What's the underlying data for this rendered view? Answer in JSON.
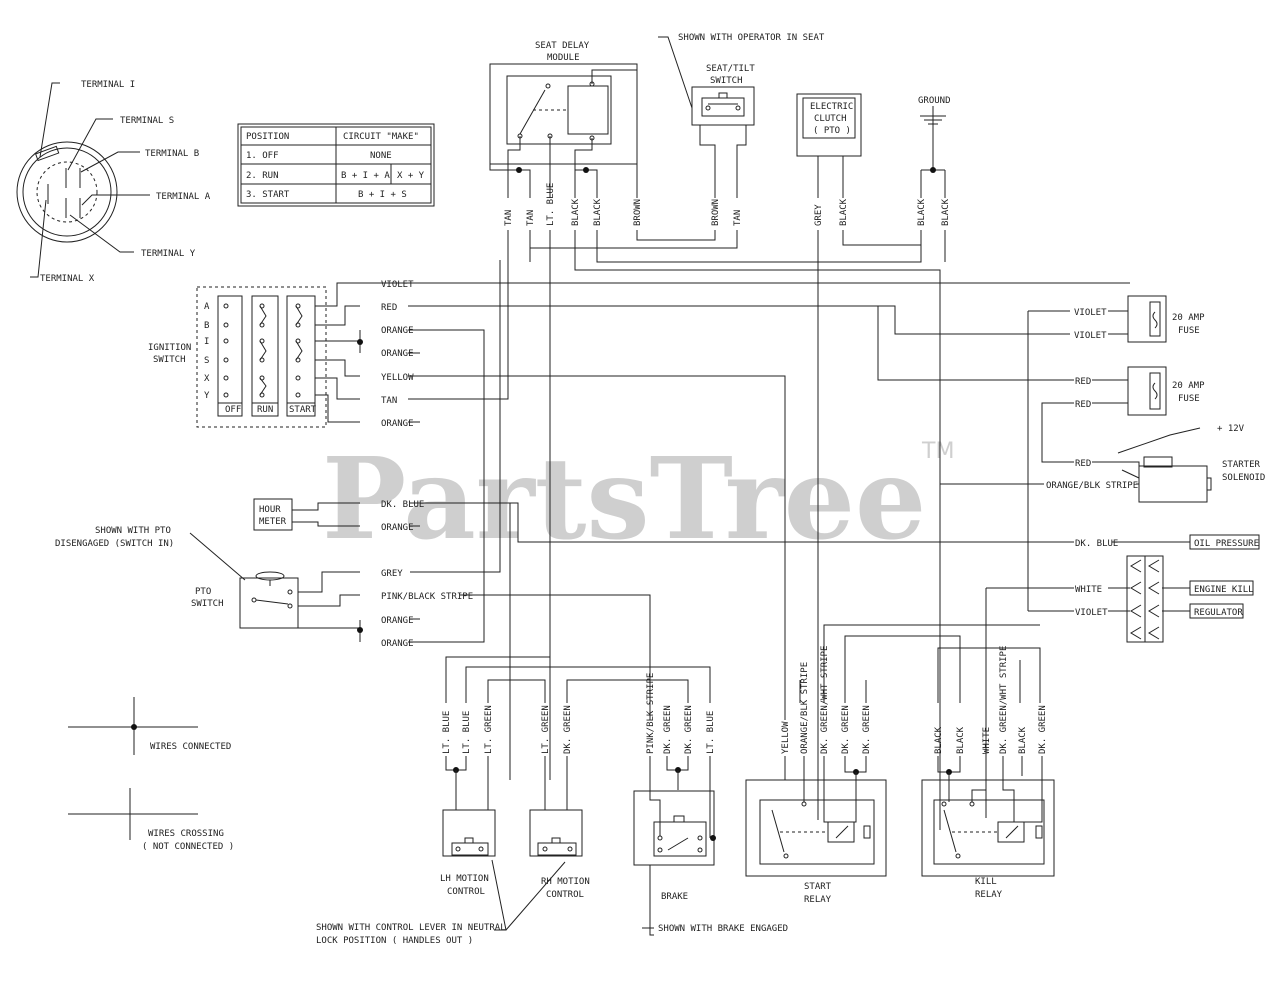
{
  "watermark": {
    "text": "PartsTree",
    "tm": "TM"
  },
  "ignition": {
    "terminals": [
      "TERMINAL I",
      "TERMINAL S",
      "TERMINAL B",
      "TERMINAL A",
      "TERMINAL Y",
      "TERMINAL X"
    ],
    "switch_label": [
      "IGNITION",
      "SWITCH"
    ],
    "rows": [
      "A",
      "B",
      "I",
      "S",
      "X",
      "Y"
    ],
    "cols": [
      "OFF",
      "RUN",
      "START"
    ],
    "table": {
      "headers": [
        "POSITION",
        "CIRCUIT \"MAKE\""
      ],
      "rows": [
        {
          "pos": "1. OFF",
          "circuit": [
            "NONE"
          ]
        },
        {
          "pos": "2. RUN",
          "circuit": [
            "B + I + A",
            "X + Y"
          ]
        },
        {
          "pos": "3. START",
          "circuit": [
            "B + I + S"
          ]
        }
      ]
    },
    "wires": [
      "VIOLET",
      "RED",
      "ORANGE",
      "ORANGE",
      "YELLOW",
      "TAN",
      "ORANGE"
    ]
  },
  "top": {
    "seat_delay": [
      "SEAT DELAY",
      "MODULE"
    ],
    "operator_note": "SHOWN WITH OPERATOR IN SEAT",
    "seat_switch": [
      "SEAT/TILT",
      "SWITCH"
    ],
    "clutch": [
      "ELECTRIC",
      "CLUTCH",
      "( PTO )"
    ],
    "ground": "GROUND",
    "wires": [
      "TAN",
      "TAN",
      "LT. BLUE",
      "BLACK",
      "BLACK",
      "BROWN",
      "BROWN",
      "TAN",
      "GREY",
      "BLACK",
      "BLACK",
      "BLACK"
    ]
  },
  "hour_meter": {
    "label": [
      "HOUR",
      "METER"
    ],
    "wires": [
      "DK. BLUE",
      "ORANGE"
    ]
  },
  "pto": {
    "note": [
      "SHOWN WITH PTO",
      "DISENGAGED (SWITCH IN)"
    ],
    "label": [
      "PTO",
      "SWITCH"
    ],
    "wires": [
      "GREY",
      "PINK/BLACK STRIPE",
      "ORANGE",
      "ORANGE"
    ]
  },
  "right": {
    "fuse1": {
      "label": [
        "20 AMP",
        "FUSE"
      ],
      "wires": [
        "VIOLET",
        "VIOLET"
      ]
    },
    "fuse2": {
      "label": [
        "20 AMP",
        "FUSE"
      ],
      "wires": [
        "RED",
        "RED"
      ]
    },
    "solenoid": {
      "label": [
        "STARTER",
        "SOLENOID"
      ],
      "plus": "+ 12V",
      "wires": [
        "RED",
        "ORANGE/BLK STRIPE"
      ]
    },
    "oil": {
      "wire": "DK. BLUE",
      "tag": "OIL PRESSURE"
    },
    "connector": {
      "wires": [
        "WHITE",
        "VIOLET"
      ],
      "tags": [
        "ENGINE KILL",
        "REGULATOR"
      ]
    }
  },
  "legend": {
    "connected": "WIRES CONNECTED",
    "crossing": [
      "WIRES CROSSING",
      "( NOT CONNECTED )"
    ]
  },
  "bottom": {
    "lh": {
      "label": [
        "LH MOTION",
        "CONTROL"
      ],
      "wires": [
        "LT. BLUE",
        "LT. BLUE",
        "LT. GREEN"
      ]
    },
    "rh": {
      "label": [
        "RH MOTION",
        "CONTROL"
      ],
      "wires": [
        "LT. GREEN",
        "DK. GREEN"
      ]
    },
    "brake": {
      "label": "BRAKE",
      "wires": [
        "PINK/BLK STRIPE",
        "DK. GREEN",
        "DK. GREEN",
        "LT. BLUE"
      ]
    },
    "start_relay": {
      "label": [
        "START",
        "RELAY"
      ],
      "wires": [
        "YELLOW",
        "ORANGE/BLK STRIPE",
        "DK. GREEN/WHT STRIPE",
        "DK. GREEN",
        "DK. GREEN"
      ]
    },
    "kill_relay": {
      "label": [
        "KILL",
        "RELAY"
      ],
      "wires": [
        "BLACK",
        "BLACK",
        "WHITE",
        "DK. GREEN/WHT STRIPE",
        "BLACK",
        "DK. GREEN"
      ]
    },
    "control_note": [
      "SHOWN WITH CONTROL LEVER IN NEUTRAL",
      "LOCK POSITION ( HANDLES OUT )"
    ],
    "brake_note": "SHOWN WITH BRAKE ENGAGED"
  }
}
